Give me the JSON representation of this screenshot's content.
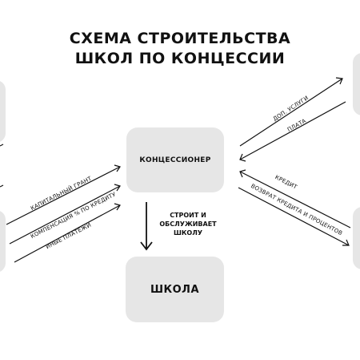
{
  "title": {
    "line1": "СХЕМА СТРОИТЕЛЬСТВА",
    "line2": "ШКОЛ ПО КОНЦЕССИИ"
  },
  "nodes": {
    "concessionaire": "КОНЦЕССИОНЕР",
    "school": "ШКОЛА"
  },
  "center_arrow": {
    "line1": "СТРОИТ И",
    "line2": "ОБСЛУЖИВАЕТ",
    "line3": "ШКОЛУ"
  },
  "left_flows": [
    "КАПИТАЛЬНЫЙ ГРАНТ",
    "КОМПЕНСАЦИЯ % ПО КРЕДИТУ",
    "ИНЫЕ ПЛАТЕЖИ"
  ],
  "right_top_flows": [
    "ДОП. УСЛУГИ",
    "ПЛАТА"
  ],
  "right_bottom_flows": [
    "КРЕДИТ",
    "ВОЗВРАТ КРЕДИТА И ПРОЦЕНТОВ"
  ]
}
